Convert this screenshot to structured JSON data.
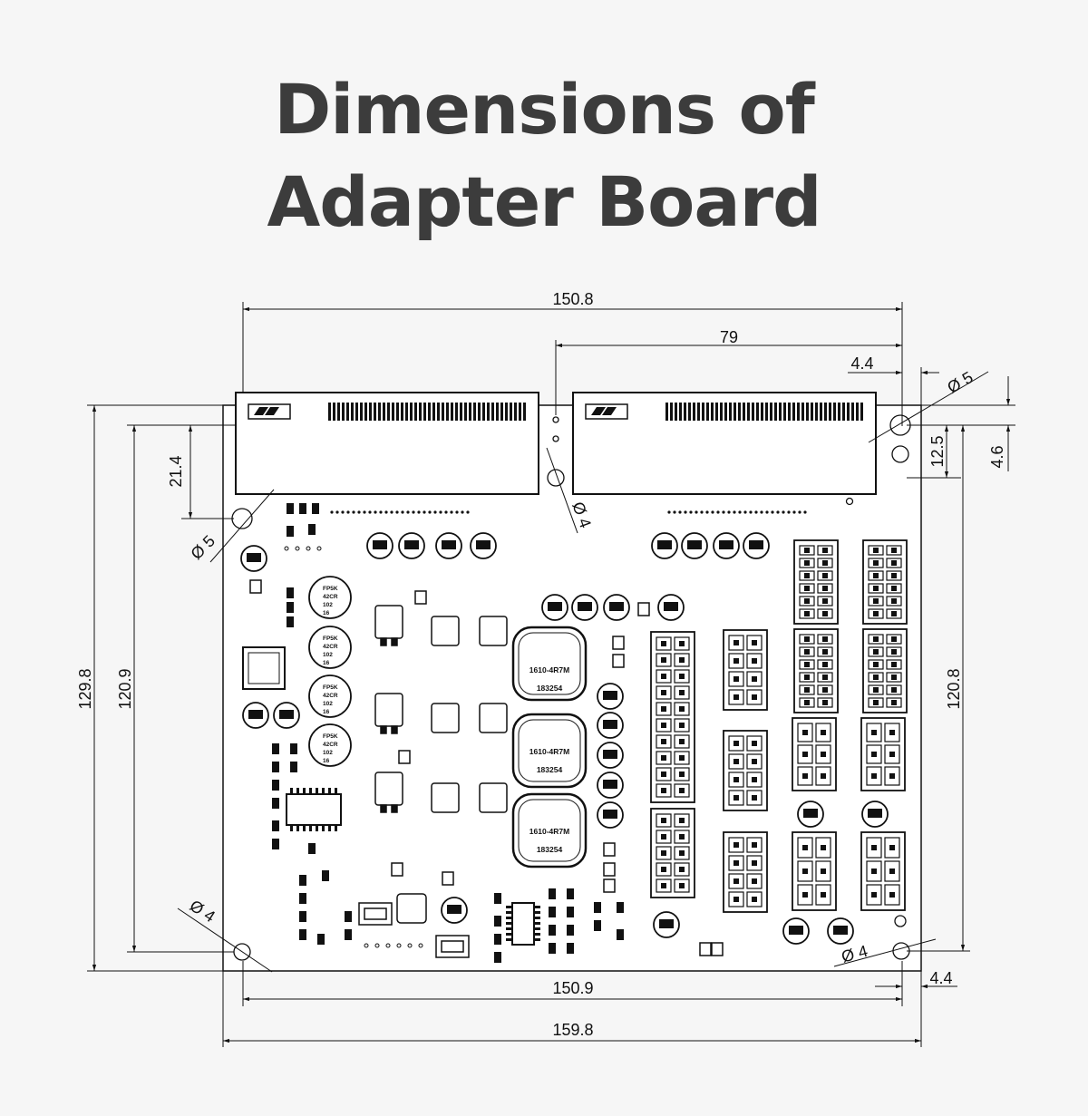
{
  "title": {
    "line1": "Dimensions of",
    "line2": "Adapter Board"
  },
  "dimensions": {
    "top_overall_width": "150.8",
    "top_connector_span": "79",
    "right_hole_offset_top": "4.4",
    "top_right_hole_dia": "Ø 5",
    "left_hole_offset_from_connector": "21.4",
    "left_hole_dia": "Ø 5",
    "middle_hole_dia": "Ø 4",
    "right_hole_offset": "12.5",
    "right_outer_offset": "4.6",
    "left_overall_height": "129.8",
    "left_hole_spacing": "120.9",
    "right_hole_spacing": "120.8",
    "bottom_left_hole_dia": "Ø 4",
    "bottom_right_hole_dia": "Ø 4",
    "bottom_hole_spacing": "150.9",
    "bottom_right_offset": "4.4",
    "bottom_overall_width": "159.8"
  },
  "inductors": {
    "line1": "1610-4R7M",
    "line2": "183254"
  },
  "caps_small": {
    "line1": "FP5K",
    "line2": "42CR",
    "line3": "102",
    "line4": "16"
  },
  "colors": {
    "background": "#f6f6f6",
    "title": "#3c3c3c",
    "line": "#111111",
    "board": "#ffffff"
  }
}
